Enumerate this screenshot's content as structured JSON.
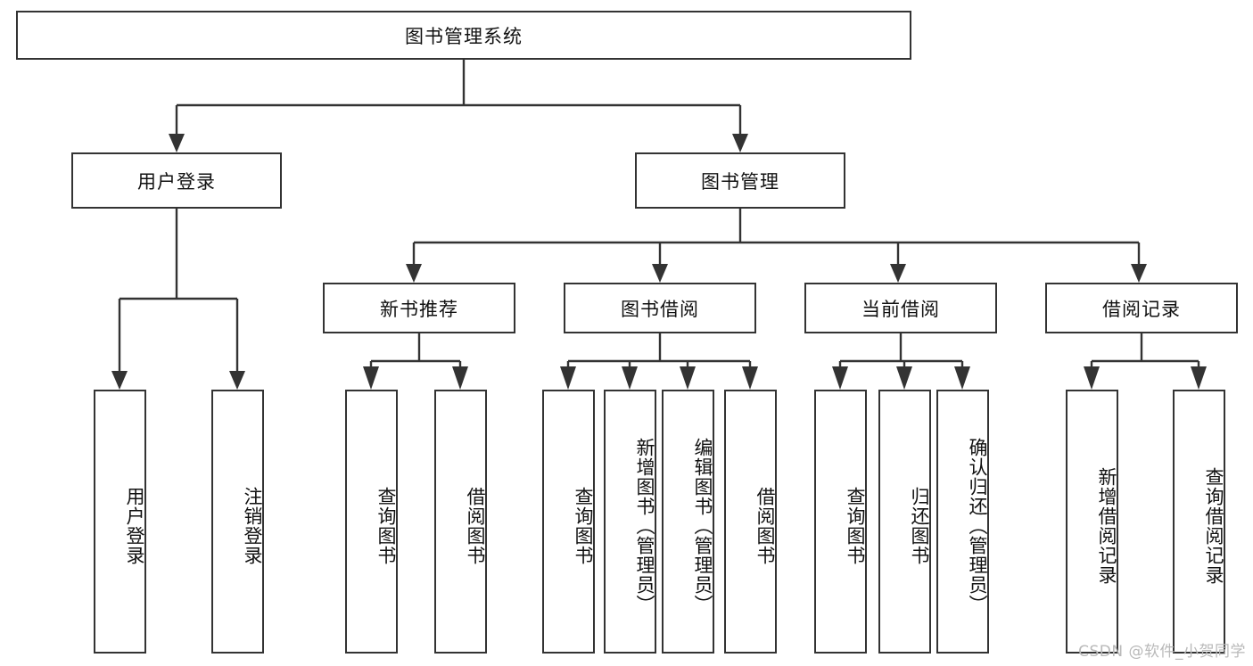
{
  "diagram": {
    "type": "tree",
    "title": "图书管理系统",
    "watermark": "CSDN @软件_小贺同学",
    "colors": {
      "background": "#ffffff",
      "border": "#333333",
      "text": "#111111",
      "watermark": "#b9b9b9"
    },
    "root": {
      "label": "图书管理系统"
    },
    "level2": [
      {
        "label": "用户登录"
      },
      {
        "label": "图书管理"
      }
    ],
    "level3": [
      {
        "label": "新书推荐"
      },
      {
        "label": "图书借阅"
      },
      {
        "label": "当前借阅"
      },
      {
        "label": "借阅记录"
      }
    ],
    "leaves": {
      "user_login": [
        {
          "label": "用户登录"
        },
        {
          "label": "注销登录"
        }
      ],
      "new_book": [
        {
          "label": "查询图书"
        },
        {
          "label": "借阅图书"
        }
      ],
      "book_borrow": [
        {
          "label": "查询图书"
        },
        {
          "label": "新增图书（管理员）"
        },
        {
          "label": "编辑图书（管理员）"
        },
        {
          "label": "借阅图书"
        }
      ],
      "current_borrow": [
        {
          "label": "查询图书"
        },
        {
          "label": "归还图书"
        },
        {
          "label": "确认归还（管理员）"
        }
      ],
      "borrow_record": [
        {
          "label": "新增借阅记录"
        },
        {
          "label": "查询借阅记录"
        }
      ]
    }
  }
}
